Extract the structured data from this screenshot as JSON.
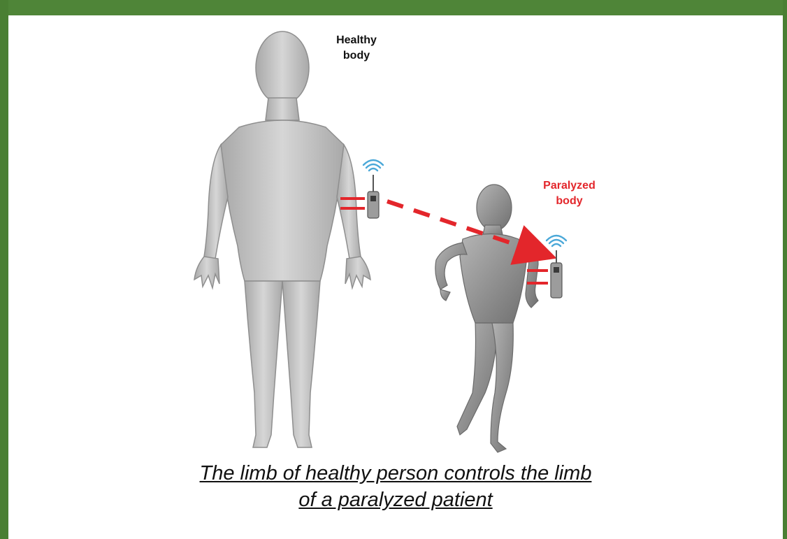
{
  "diagram": {
    "labels": {
      "healthy": "Healthy body",
      "paralyzed": "Paralyzed body"
    },
    "caption": {
      "line1": "The limb of healthy person controls the limb",
      "line2": "of a paralyzed patient"
    },
    "colors": {
      "frame": "#4d8236",
      "signal": "#e3262b",
      "wifi": "#4aa8d8",
      "body": "#c8c8c8"
    }
  }
}
